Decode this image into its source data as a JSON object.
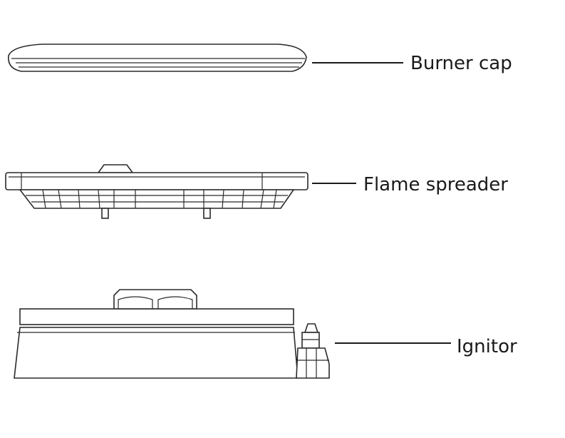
{
  "parts": [
    {
      "id": "burner-cap",
      "label": "Burner cap"
    },
    {
      "id": "flame-spreader",
      "label": "Flame spreader"
    },
    {
      "id": "ignitor",
      "label": "Ignitor"
    }
  ]
}
